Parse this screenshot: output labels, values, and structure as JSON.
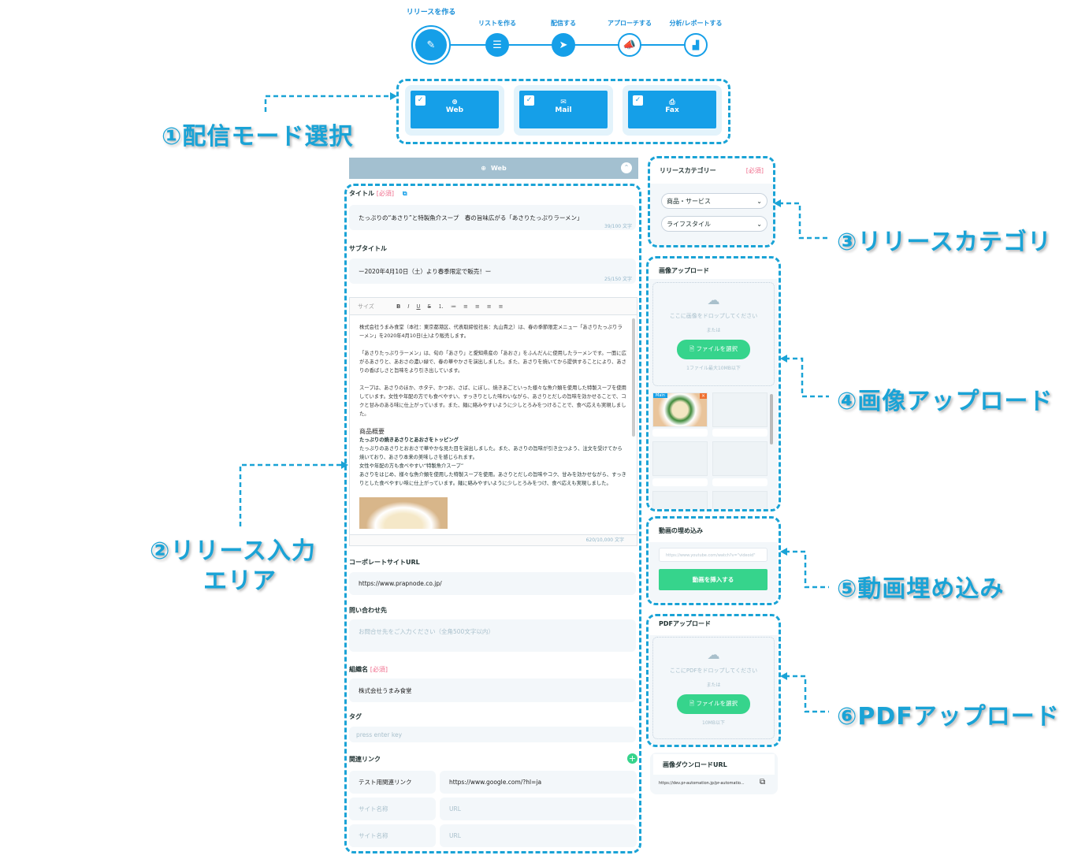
{
  "stepper": [
    {
      "label": "リリースを作る",
      "icon": "pencil-icon",
      "active": true
    },
    {
      "label": "リストを作る",
      "icon": "list-icon"
    },
    {
      "label": "配信する",
      "icon": "paper-plane-icon"
    },
    {
      "label": "アプローチする",
      "icon": "megaphone-icon"
    },
    {
      "label": "分析/レポートする",
      "icon": "chart-icon"
    }
  ],
  "modes": [
    {
      "label": "Web",
      "icon": "globe-icon",
      "checked": true
    },
    {
      "label": "Mail",
      "icon": "mail-icon",
      "checked": true
    },
    {
      "label": "Fax",
      "icon": "printer-icon",
      "checked": true
    }
  ],
  "callouts": {
    "c1": "①配信モード選択",
    "c2a": "②リリース入力",
    "c2b": "エリア",
    "c3": "③リリースカテゴリ",
    "c4": "④画像アップロード",
    "c5": "⑤動画埋め込み",
    "c6": "⑥PDFアップロード"
  },
  "web_header": "Web",
  "required": "[必須]",
  "form": {
    "title_label": "タイトル",
    "title_value": "たっぷりの“あさり”と特製魚介スープ　春の旨味広がる「あさりたっぷりラーメン」",
    "title_count": "39/100 文字",
    "subtitle_label": "サブタイトル",
    "subtitle_value": "ー2020年4月10日（土）より春季限定で販売！ー",
    "subtitle_count": "25/150 文字",
    "editor_size": "サイズ",
    "body": [
      "株式会社うまみ食堂（本社：東京都港区、代表取締役社長：丸山貴之）は、春の季節限定メニュー「あさりたっぷりラーメン」を2020年4月10日(土)より販売します。",
      "「あさりたっぷりラーメン」は、旬の「あさり」と愛知県産の「あおさ」をふんだんに使用したラーメンです。一面に広がるあさりと、あおさの濃い緑で、春の華やかさを演出しました。また、あさりを焼いてから提供することにより、あさりの香ばしさと旨味をより引き出しています。",
      "スープは、あさりのほか、ホタテ、かつお、さば、にぼし、焼きあごといった様々な魚介類を使用した特製スープを使用しています。女性や年配の方でも食べやすい、すっきりとした味わいながら、あさりとだしの旨味を効かせることで、コクと甘みのある味に仕上がっています。また、麺に絡みやすいように少しとろみをつけることで、食べ応えも実現しました。"
    ],
    "body_heading": "商品概要",
    "body_subheading": "たっぷりの焼きあさりとあおさをトッピング",
    "body2": "たっぷりのあさりとおおさで華やかな見た目を演出しました。また、あさりの旨味が引き立つよう、注文を受けてから焼いており、あさり本来の美味しさを感じられます。",
    "body3": "女性や年配の方も食べやすい“特製魚介スープ”",
    "body4": "あさりをはじめ、様々な魚介類を使用した特製スープを使用。あさりとだしの旨味やコク、甘みを効かせながら、すっきりとした食べやすい味に仕上がっています。麺に絡みやすいように少しとろみをつけ、食べ応えも実現しました。",
    "body_count": "620/10,000 文字",
    "corp_label": "コーポレートサイトURL",
    "corp_value": "https://www.prapnode.co.jp/",
    "contact_label": "問い合わせ先",
    "contact_placeholder": "お問合せ先をご入力ください（全角500文字以内）",
    "org_label": "組織名",
    "org_value": "株式会社うまみ食堂",
    "tag_label": "タグ",
    "tag_placeholder": "press enter key",
    "links_label": "関連リンク",
    "links": [
      {
        "name": "テスト用関連リンク",
        "url": "https://www.google.com/?hl=ja"
      },
      {
        "name": "",
        "url": ""
      },
      {
        "name": "",
        "url": ""
      }
    ],
    "link_name_placeholder": "サイト名称",
    "link_url_placeholder": "URL"
  },
  "category": {
    "label": "リリースカテゴリー",
    "select1": "商品・サービス",
    "select2": "ライフスタイル"
  },
  "image_upload": {
    "label": "画像アップロード",
    "drop": "ここに画像をドロップしてください",
    "or": "または",
    "button": "ファイルを選択",
    "limit": "1ファイル最大10MB以下",
    "main_badge": "Main",
    "remove": "×"
  },
  "video": {
    "label": "動画の埋め込み",
    "placeholder": "https://www.youtube.com/watch?v=\"videoid\"",
    "button": "動画を挿入する"
  },
  "pdf": {
    "label": "PDFアップロード",
    "drop": "ここにPDFをドロップしてください",
    "or": "または",
    "button": "ファイルを選択",
    "limit": "10MB以下"
  },
  "download": {
    "label": "画像ダウンロードURL",
    "url": "https://dev.pr-automation.jp/pr-automatio..."
  },
  "colors": {
    "accent": "#159fe8",
    "callout": "#1aa3d6",
    "green": "#36d48c",
    "required": "#f06d8c"
  }
}
